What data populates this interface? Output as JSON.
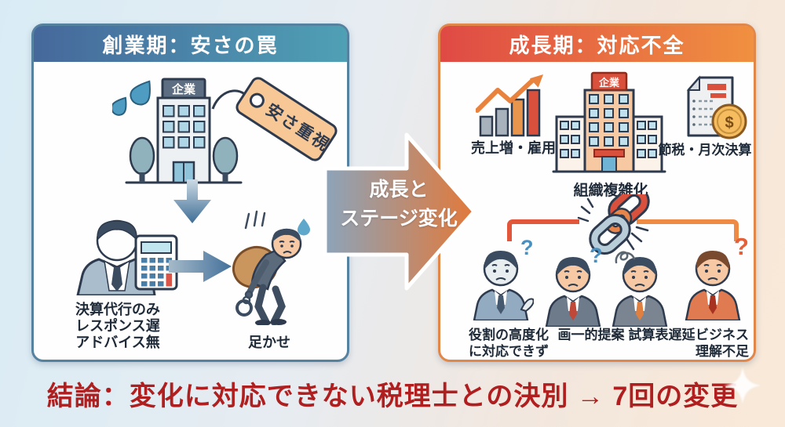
{
  "colors": {
    "left_header_from": "#46689b",
    "left_header_to": "#4fa0b5",
    "right_header_from": "#df4a44",
    "right_header_to": "#f09040",
    "left_border": "#55829f",
    "right_border": "#e2874a",
    "transition_arrow_from": "#8ca4ba",
    "transition_arrow_to": "#e2793a",
    "conclusion_text": "#b01f1f",
    "price_tag_fill": "#f7c795",
    "broken_chain_red": "#d9503c",
    "broken_chain_blue": "#b9cdd9"
  },
  "left_panel": {
    "title": "創業期：安さの罠",
    "company_sign": "企業",
    "price_tag": "安さ重視",
    "accountant_lines": [
      "決算代行のみ",
      "レスポンス遅",
      "アドバイス無"
    ],
    "burden_label": "足かせ"
  },
  "transition": {
    "line1": "成長と",
    "line2": "ステージ変化"
  },
  "right_panel": {
    "title": "成長期：対応不全",
    "growth_label": "売上増・雇用",
    "company_sign": "企業",
    "org_label": "組織複雑化",
    "tax_label": "節税・月次決算",
    "coin_symbol": "$",
    "question_mark": "?",
    "people": [
      {
        "line1": "役割の高度化",
        "line2": "に対応できず"
      },
      {
        "line1": "画一的提案",
        "line2": ""
      },
      {
        "line1": "試算表遅延",
        "line2": ""
      },
      {
        "line1": "ビジネス",
        "line2": "理解不足"
      }
    ]
  },
  "conclusion": "結論：変化に対応できない税理士との決別 → 7回の変更"
}
